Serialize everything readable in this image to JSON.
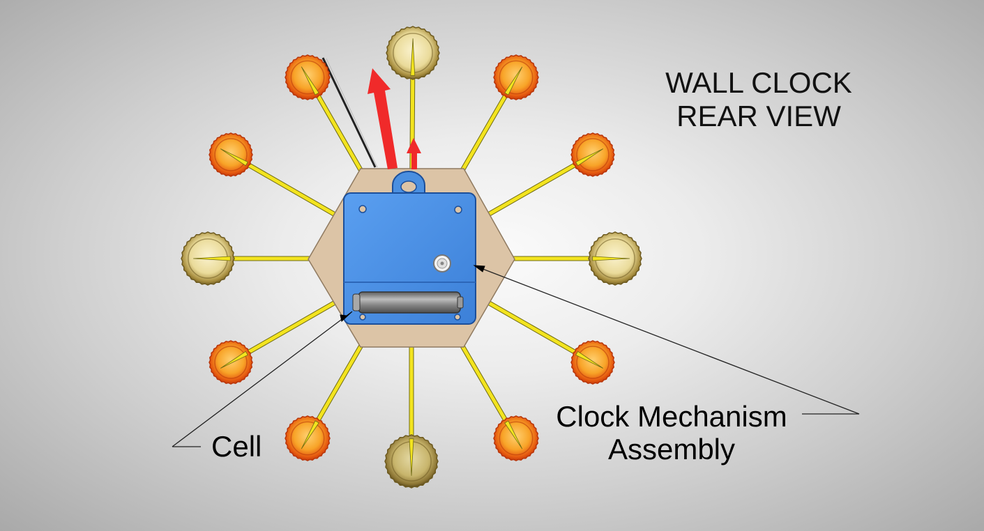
{
  "title": {
    "line1": "WALL CLOCK",
    "line2": "REAR VIEW"
  },
  "labels": {
    "cell": "Cell",
    "mechanism_line1": "Clock Mechanism",
    "mechanism_line2": "Assembly"
  },
  "colors": {
    "background": "#d9d9d9",
    "hexagon_board": "#ddc6a8",
    "mechanism_body": "#4a8fe0",
    "battery": "#8a8a8a",
    "spokes": "#f1e21c",
    "orange_cup": "#f59a1e",
    "gold_cup": "#eee0a0",
    "hands": "#f02a2a"
  }
}
